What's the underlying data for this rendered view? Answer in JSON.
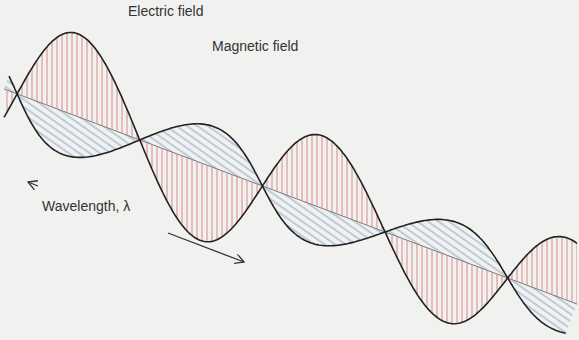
{
  "diagram": {
    "labels": [
      "Electric field",
      "Magnetic field",
      "Wavelength, λ"
    ]
  }
}
